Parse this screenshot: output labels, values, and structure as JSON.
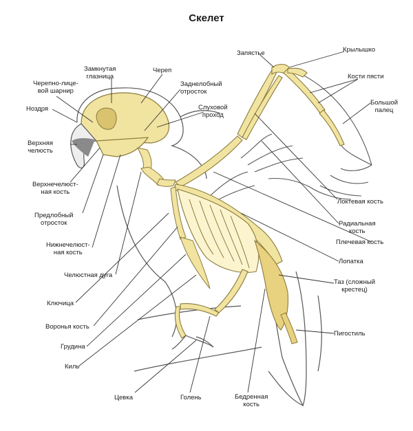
{
  "title": "Скелет",
  "labels": {
    "zamknutaya": [
      "Замкнутая",
      "глазница"
    ],
    "cherep": "Череп",
    "cherepno": [
      "Черепно-лице-",
      "вой шарнир"
    ],
    "zadnelobny": [
      "Заднелобный",
      "отросток"
    ],
    "nozdrya": "Ноздря",
    "sluhovoy": [
      "Слуховой",
      "проход"
    ],
    "verhnyaya": [
      "Верхняя",
      "челюсть"
    ],
    "verhnechelyust": [
      "Верхнечелюст-",
      "ная кость"
    ],
    "predlobny": [
      "Предлобный",
      "отросток"
    ],
    "nizhnechelyust": [
      "Нижнечелюст-",
      "ная кость"
    ],
    "chelyustnaya": "Челюстная дуга",
    "klyuchitsa": "Ключица",
    "voronya": "Воронья кость",
    "grudina": "Грудина",
    "kil": "Киль",
    "tsevka": "Цевка",
    "golen": "Голень",
    "bedrennaya": [
      "Бедренная",
      "кость"
    ],
    "zapyastye": "Запястье",
    "krylyshko": "Крылышко",
    "kosti_pyasti": "Кости пясти",
    "bolshoy": [
      "Большой",
      "палец"
    ],
    "loktevaya": "Локтевая кость",
    "radialnaya": [
      "Радиальная",
      "кость"
    ],
    "plechevaya": "Плечевая кость",
    "lopatka": "Лопатка",
    "taz": [
      "Таз (сложный",
      "крестец)"
    ],
    "pigostil": "Пигостиль"
  },
  "colors": {
    "bone": "#f1e3a0",
    "bone_stroke": "#8a7a3a",
    "outline": "#555555",
    "line": "#333333"
  }
}
